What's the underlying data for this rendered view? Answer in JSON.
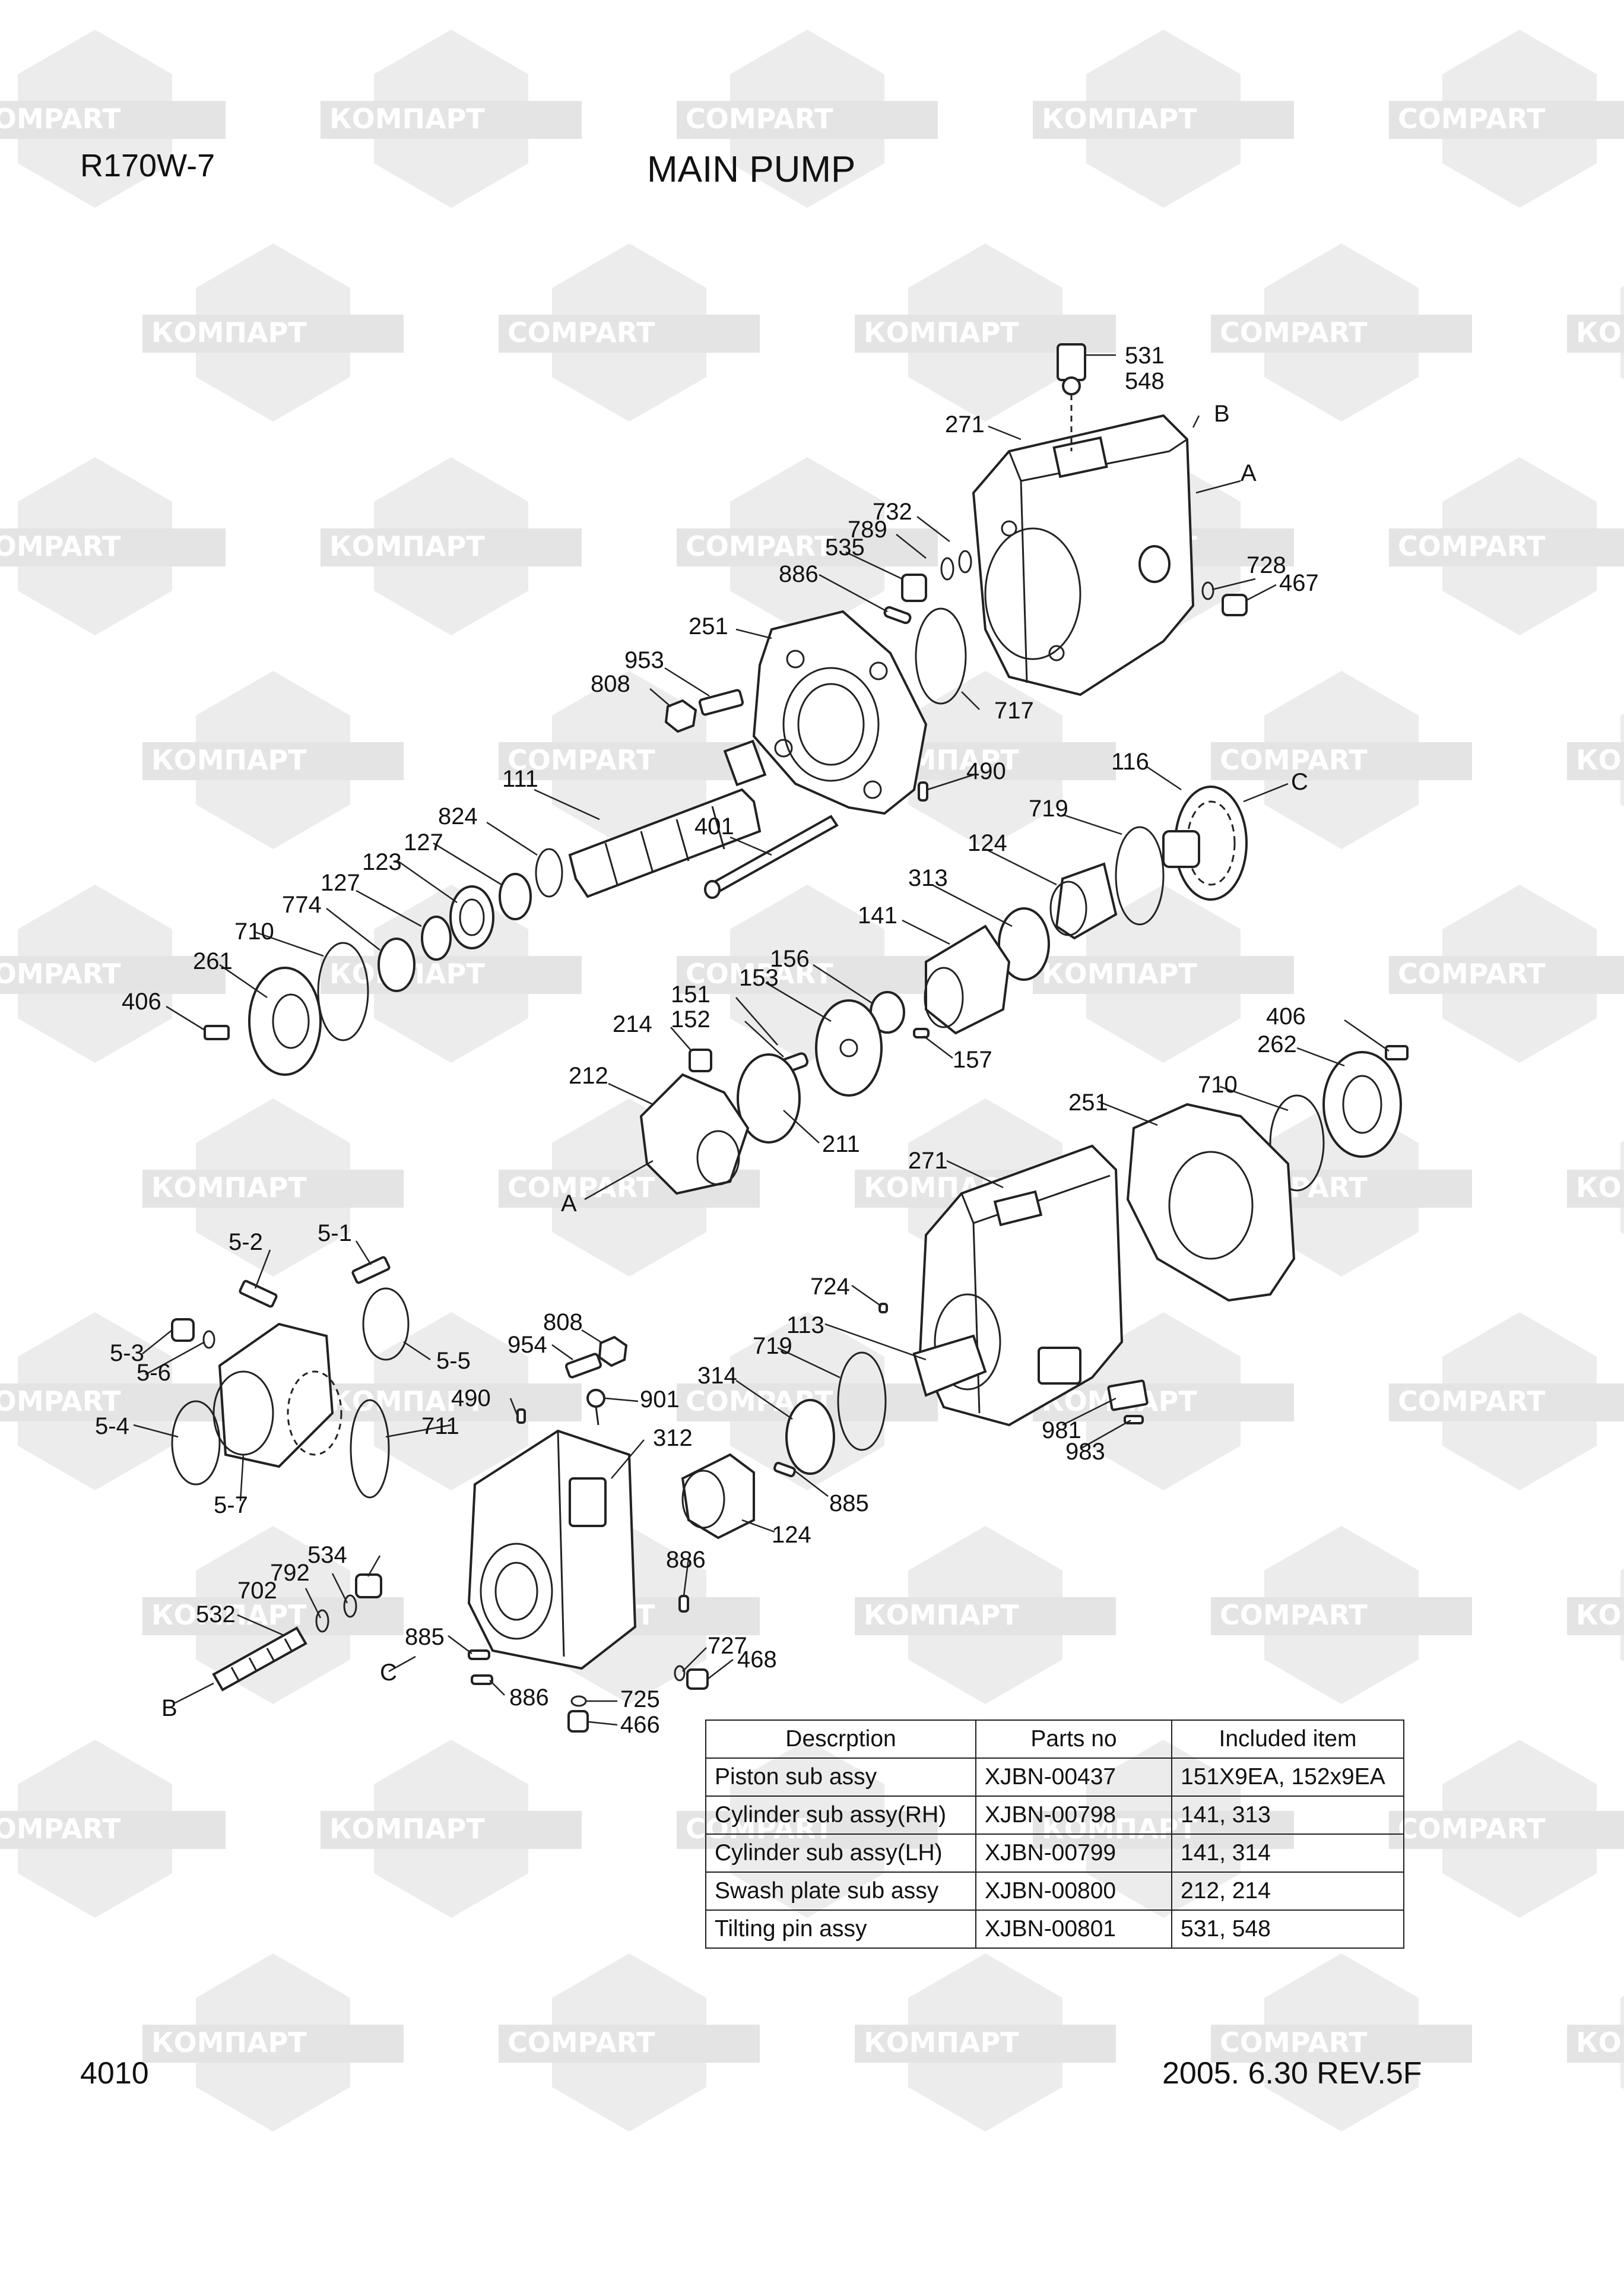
{
  "header": {
    "model": "R170W-7",
    "title": "MAIN PUMP"
  },
  "watermark": {
    "text_latin": "COMPART",
    "text_cyrillic": "КОМПАРТ",
    "color": "#dcdcdc"
  },
  "callouts": {
    "c531": "531",
    "c548": "548",
    "c271a": "271",
    "cB1": "B",
    "cA1": "A",
    "c732": "732",
    "c789": "789",
    "c535": "535",
    "c886a": "886",
    "c728": "728",
    "c467": "467",
    "c251a": "251",
    "c953": "953",
    "c808a": "808",
    "c717": "717",
    "c111": "111",
    "c490a": "490",
    "c116": "116",
    "cC1": "C",
    "c824": "824",
    "c401": "401",
    "c719a": "719",
    "c127a": "127",
    "c123": "123",
    "c124a": "124",
    "c127b": "127",
    "c313": "313",
    "c774": "774",
    "c710a": "710",
    "c141": "141",
    "c261": "261",
    "c156": "156",
    "c153": "153",
    "c406a": "406",
    "c151": "151",
    "c152": "152",
    "c157": "157",
    "c214": "214",
    "c406b": "406",
    "c262": "262",
    "c212": "212",
    "c251b": "251",
    "c710b": "710",
    "c211": "211",
    "cA2": "A",
    "c271b": "271",
    "c5_2": "5-2",
    "c5_1": "5-1",
    "c724": "724",
    "c808b": "808",
    "c113": "113",
    "c5_5": "5-5",
    "c5_3": "5-3",
    "c954": "954",
    "c5_6": "5-6",
    "c719b": "719",
    "c490b": "490",
    "c901": "901",
    "c314": "314",
    "c5_4": "5-4",
    "c711": "711",
    "c312": "312",
    "c981": "981",
    "c983": "983",
    "c885a": "885",
    "c5_7": "5-7",
    "c124b": "124",
    "c534": "534",
    "c886b": "886",
    "c792": "792",
    "c702": "702",
    "c532": "532",
    "c885b": "885",
    "cC2": "C",
    "c727": "727",
    "c468": "468",
    "cB2": "B",
    "c886c": "886",
    "c725": "725",
    "c466": "466"
  },
  "table": {
    "headers": [
      "Descrption",
      "Parts no",
      "Included item"
    ],
    "rows": [
      [
        "Piston sub assy",
        "XJBN-00437",
        "151X9EA, 152x9EA"
      ],
      [
        "Cylinder sub assy(RH)",
        "XJBN-00798",
        "141, 313"
      ],
      [
        "Cylinder sub assy(LH)",
        "XJBN-00799",
        "141, 314"
      ],
      [
        "Swash plate sub assy",
        "XJBN-00800",
        "212, 214"
      ],
      [
        "Tilting pin assy",
        "XJBN-00801",
        "531, 548"
      ]
    ]
  },
  "footer": {
    "page": "4010",
    "date_rev": "2005. 6.30  REV.5F"
  }
}
